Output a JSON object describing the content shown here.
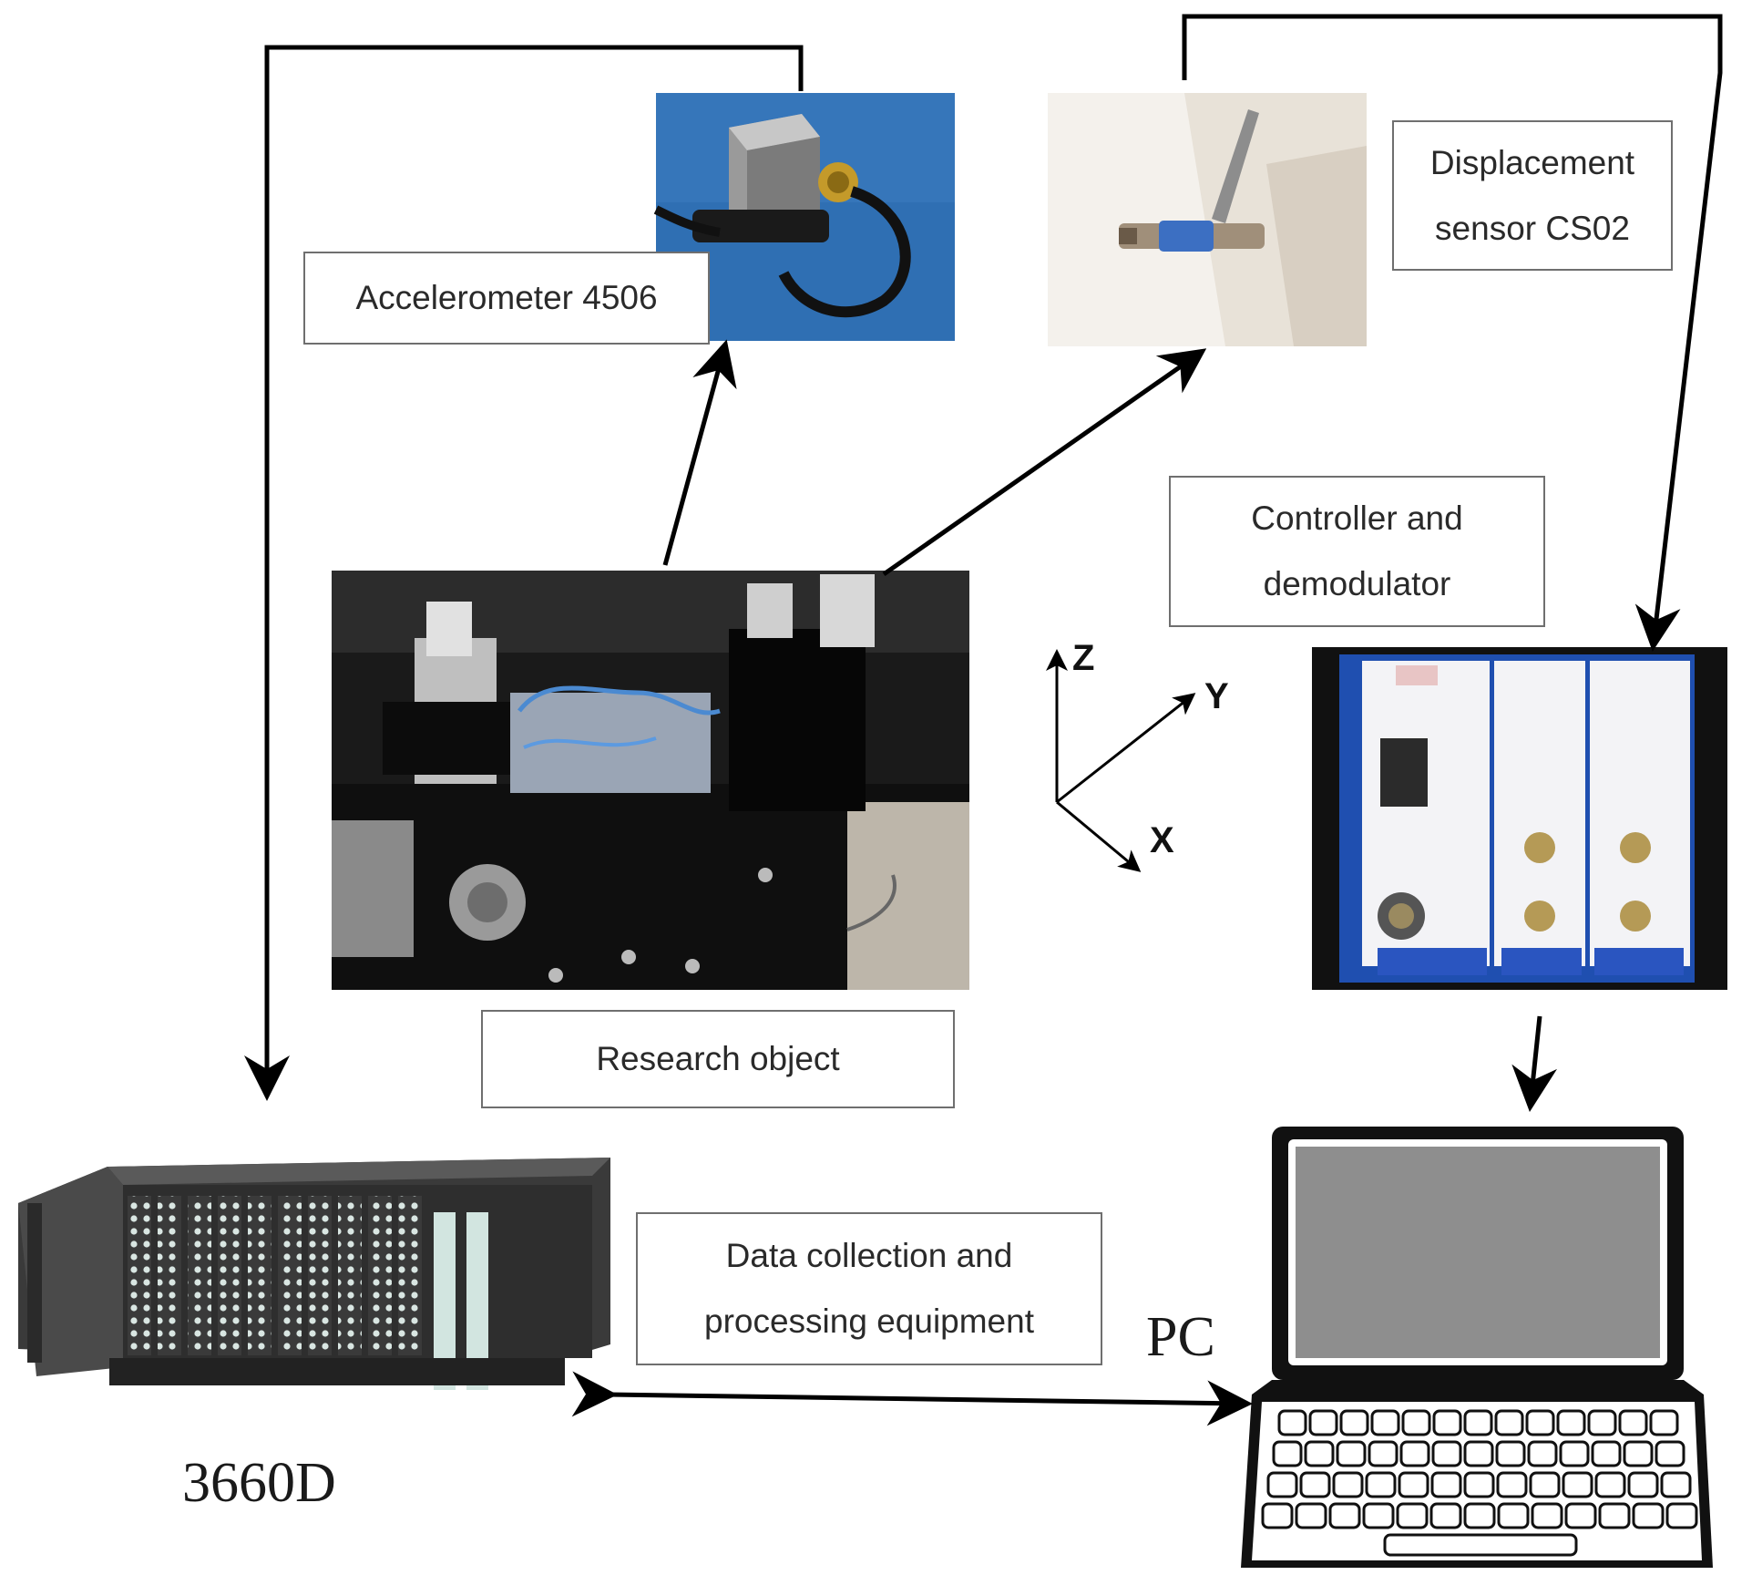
{
  "labels": {
    "accelerometer": "Accelerometer 4506",
    "displacement_line1": "Displacement",
    "displacement_line2": "sensor CS02",
    "controller_line1": "Controller and",
    "controller_line2": "demodulator",
    "research": "Research object",
    "daq_line1": "Data collection and",
    "daq_line2": "processing equipment",
    "pc": "PC",
    "daq_model": "3660D"
  },
  "axes": {
    "z": "Z",
    "y": "Y",
    "x": "X"
  },
  "colors": {
    "arrow": "#000000",
    "accel_bg": "#2f6fb3",
    "controller_frame": "#1f4fb0",
    "laptop_screen": "#8e8e8e"
  },
  "icons": [
    "accelerometer-photo",
    "displacement-sensor-photo",
    "research-object-photo",
    "controller-photo",
    "data-acquisition-unit-icon",
    "laptop-icon"
  ]
}
